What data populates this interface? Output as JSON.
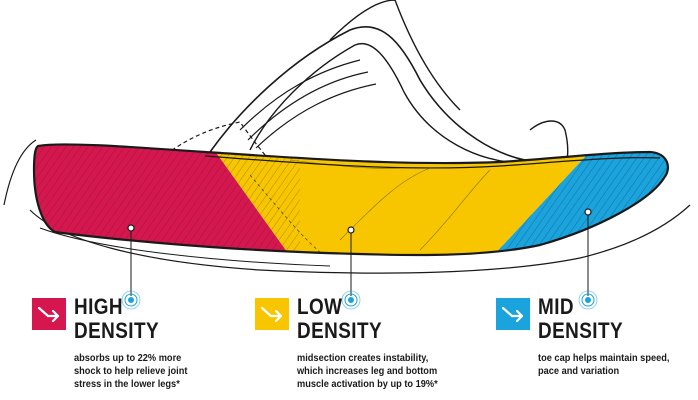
{
  "colors": {
    "high": "#d6174f",
    "low": "#f7c600",
    "mid": "#1aa3dc",
    "ink": "#1a1a1a"
  },
  "zones": [
    {
      "id": "high",
      "title_line1": "HIGH",
      "title_line2": "DENSITY",
      "description": [
        "absorbs up to 22% more",
        "shock to help relieve joint",
        "stress in the lower legs*"
      ],
      "icon": "arrow-right-icon"
    },
    {
      "id": "low",
      "title_line1": "LOW",
      "title_line2": "DENSITY",
      "description": [
        "midsection creates instability,",
        "which increases leg and bottom",
        "muscle activation by up to 19%*"
      ],
      "icon": "arrow-right-icon"
    },
    {
      "id": "mid",
      "title_line1": "MID",
      "title_line2": "DENSITY",
      "description": [
        "toe cap helps maintain speed,",
        "pace and variation"
      ],
      "icon": "arrow-right-icon"
    }
  ]
}
